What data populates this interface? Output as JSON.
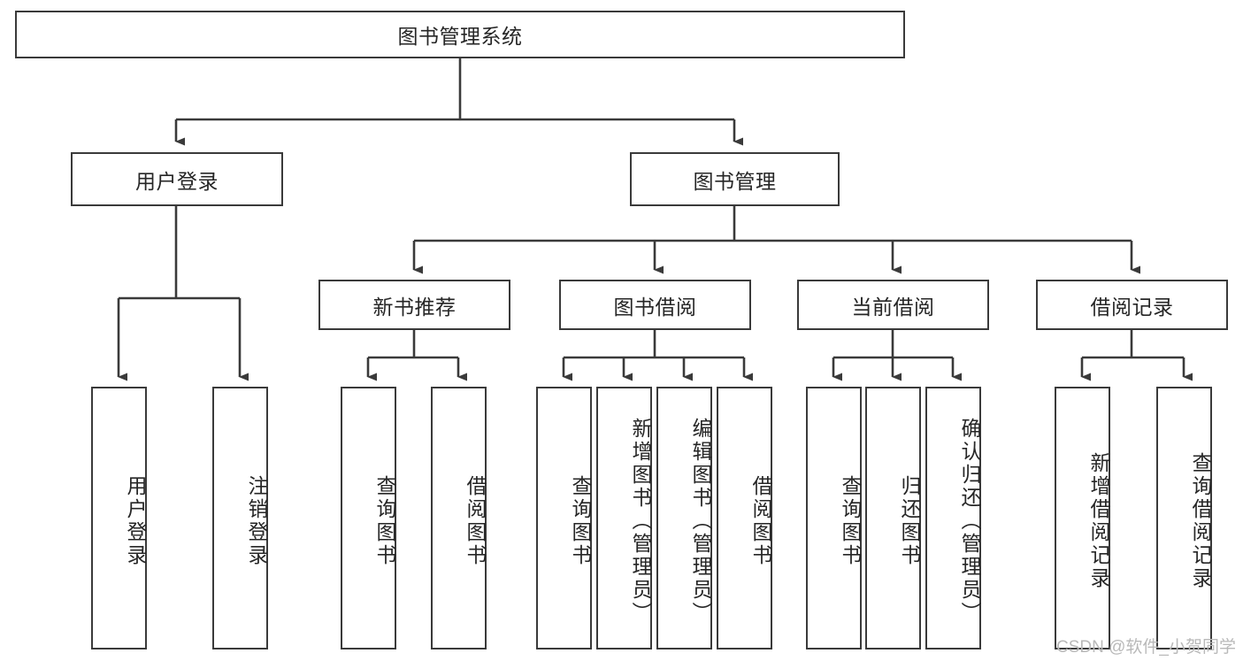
{
  "diagram": {
    "title": "图书管理系统",
    "type": "tree-hierarchy-chart",
    "background_color": "#ffffff",
    "line_color": "#3a3a3a",
    "text_color": "#262626"
  },
  "root": {
    "label": "图书管理系统"
  },
  "level2": [
    {
      "id": "user-login",
      "label": "用户登录"
    },
    {
      "id": "book-manage",
      "label": "图书管理"
    }
  ],
  "level3": [
    {
      "id": "new-book-recommend",
      "label": "新书推荐"
    },
    {
      "id": "book-borrow",
      "label": "图书借阅"
    },
    {
      "id": "current-borrow",
      "label": "当前借阅"
    },
    {
      "id": "borrow-record",
      "label": "借阅记录"
    }
  ],
  "leaves": {
    "user_login": [
      {
        "id": "leaf-user-login",
        "label": "用户登录"
      },
      {
        "id": "leaf-logout-login",
        "label": "注销登录"
      }
    ],
    "new_book_recommend": [
      {
        "id": "leaf-query-book-1",
        "label": "查询图书"
      },
      {
        "id": "leaf-borrow-book-1",
        "label": "借阅图书"
      }
    ],
    "book_borrow": [
      {
        "id": "leaf-query-book-2",
        "label": "查询图书"
      },
      {
        "id": "leaf-add-book",
        "label": "新增图书（管理员）"
      },
      {
        "id": "leaf-edit-book",
        "label": "编辑图书（管理员）"
      },
      {
        "id": "leaf-borrow-book-2",
        "label": "借阅图书"
      }
    ],
    "current_borrow": [
      {
        "id": "leaf-query-book-3",
        "label": "查询图书"
      },
      {
        "id": "leaf-return-book",
        "label": "归还图书"
      },
      {
        "id": "leaf-confirm-return",
        "label": "确认归还（管理员）"
      }
    ],
    "borrow_record": [
      {
        "id": "leaf-add-record",
        "label": "新增借阅记录"
      },
      {
        "id": "leaf-query-record",
        "label": "查询借阅记录"
      }
    ]
  },
  "watermark": {
    "text": "CSDN @软件_小贺同学"
  }
}
